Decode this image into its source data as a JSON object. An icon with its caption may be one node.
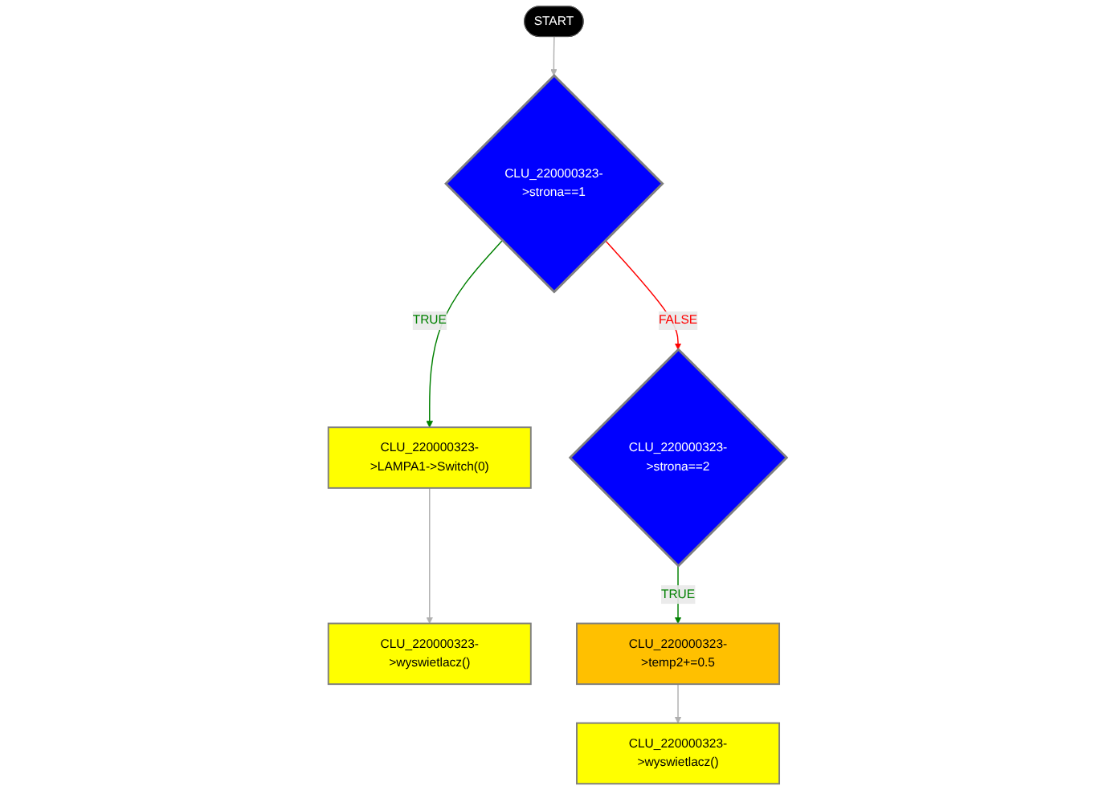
{
  "diagram": {
    "nodes": [
      {
        "text": [
          "START"
        ]
      },
      {
        "text": [
          "CLU_220000323->strona==1"
        ]
      },
      {
        "text": [
          "CLU_220000323->strona==2"
        ]
      },
      {
        "text": [
          "CLU_220000323->LAMPA1->Switch(0)"
        ]
      },
      {
        "text": [
          "CLU_220000323->wyswietlacz()"
        ]
      },
      {
        "text": [
          "CLU_220000323->temp2+=0.5"
        ]
      },
      {
        "text": [
          "CLU_220000323->wyswietlacz()"
        ]
      }
    ],
    "edges": [
      {
        "from": 0,
        "to": 1,
        "arrow": "to"
      },
      {
        "from": 1,
        "to": 2,
        "arrow": "to",
        "label": "FALSE",
        "color": "#ff0000"
      },
      {
        "from": 1,
        "to": 3,
        "arrow": "to",
        "label": "TRUE",
        "color": "#008000"
      },
      {
        "from": 3,
        "to": 4,
        "arrow": "to"
      },
      {
        "from": 2,
        "to": 5,
        "arrow": "to",
        "label": "TRUE",
        "color": "#008000"
      },
      {
        "from": 5,
        "to": 6,
        "arrow": "to"
      }
    ]
  }
}
